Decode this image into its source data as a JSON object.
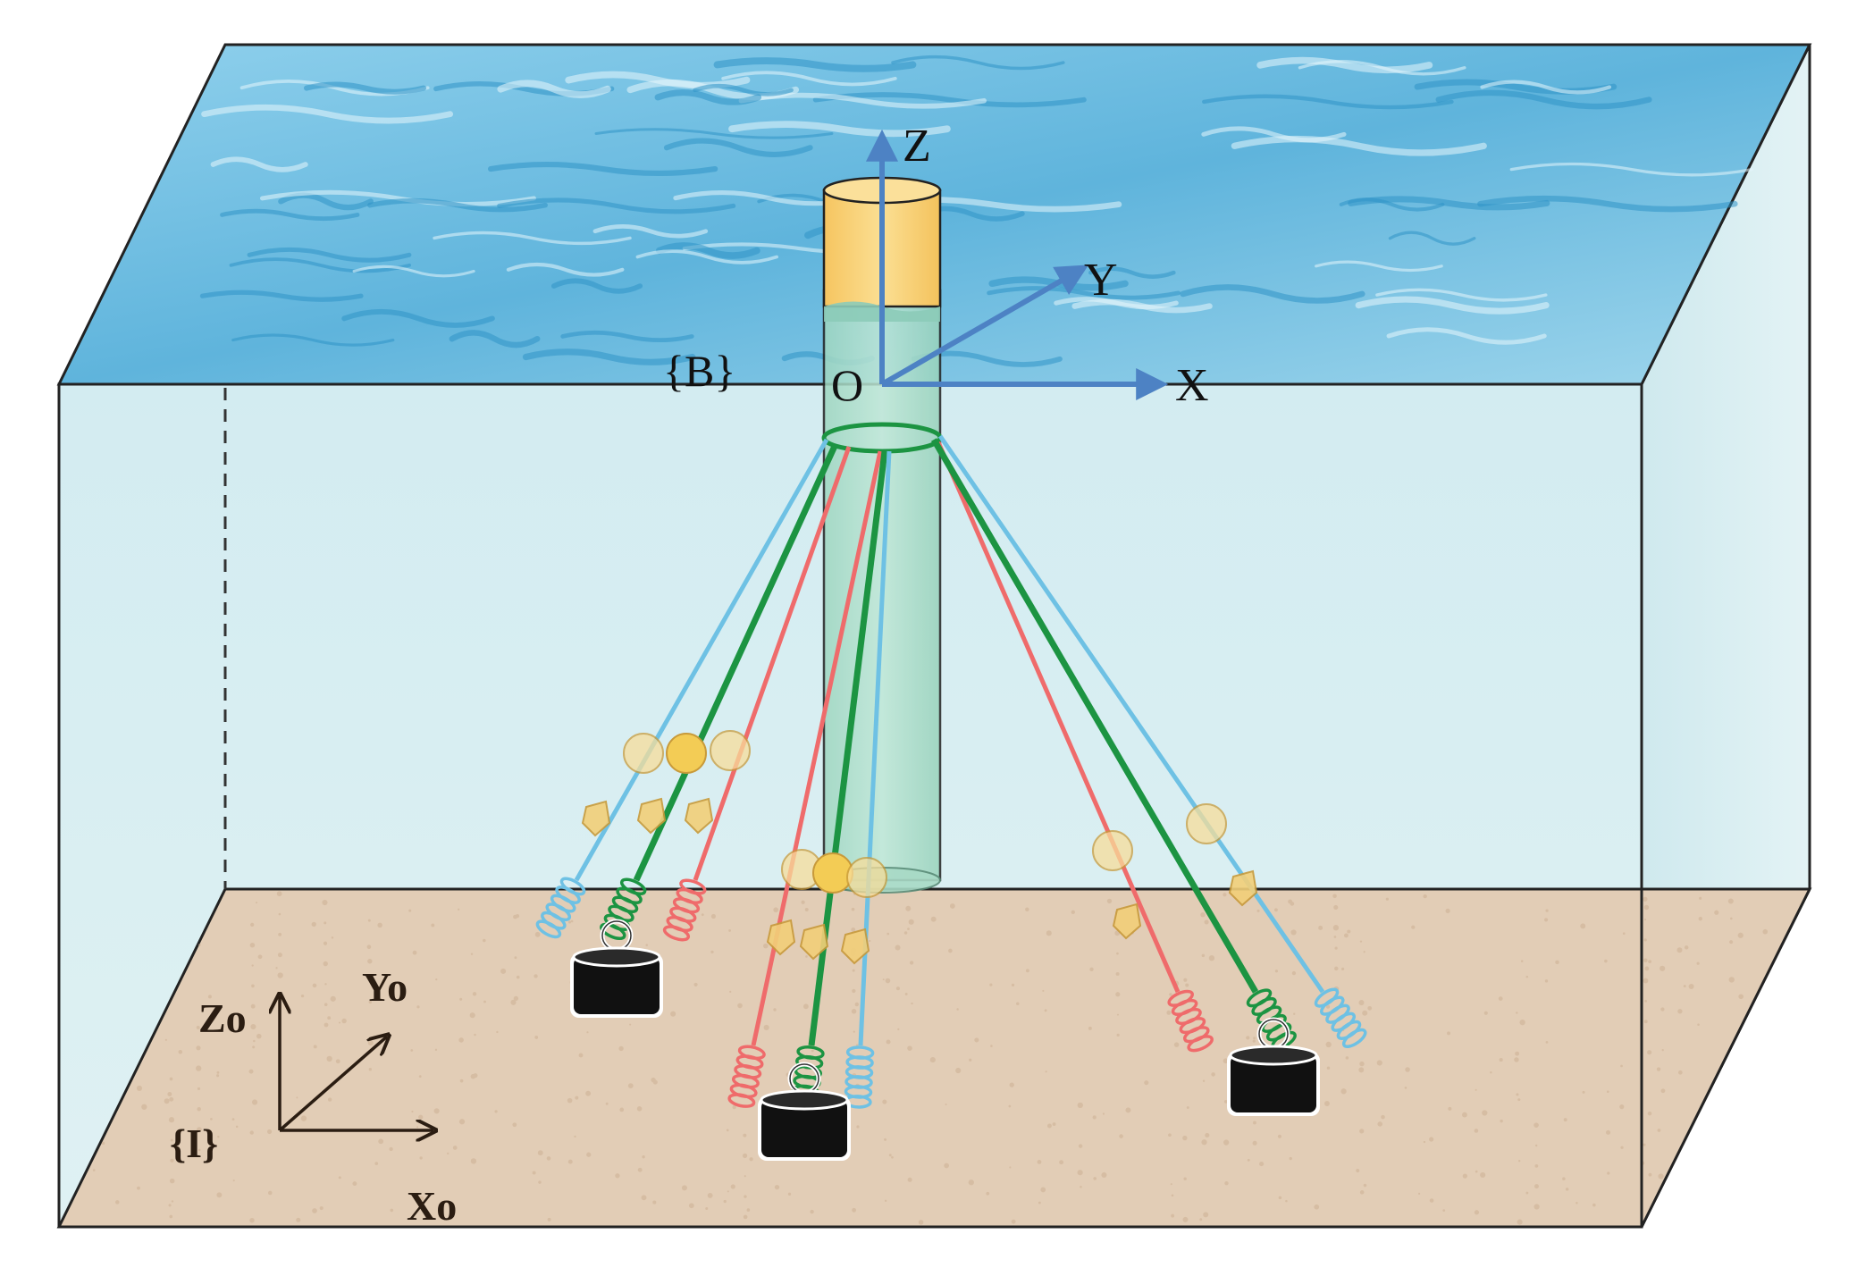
{
  "labels": {
    "body_frame": "{B}",
    "origin": "O",
    "axis_x": "X",
    "axis_y": "Y",
    "axis_z": "Z",
    "world_frame": "{I}",
    "axis_xo": "Xo",
    "axis_yo": "Yo",
    "axis_zo": "Zo"
  },
  "colors": {
    "water_surface": "#5fb4dc",
    "water_body": "#d9eef2",
    "seabed": "#e2cdb6",
    "buoy_top": "#f8d27a",
    "buoy_submerged": "#a6dcc8",
    "axis_blue": "#4d82c4",
    "line_blue": "#6ec1e4",
    "line_green": "#1c9442",
    "line_red": "#ef6b6b",
    "float_yellow": "#f3cc55",
    "anchor_black": "#111111"
  },
  "mooring_groups": 3,
  "lines_per_group": [
    "blue",
    "green",
    "red"
  ]
}
